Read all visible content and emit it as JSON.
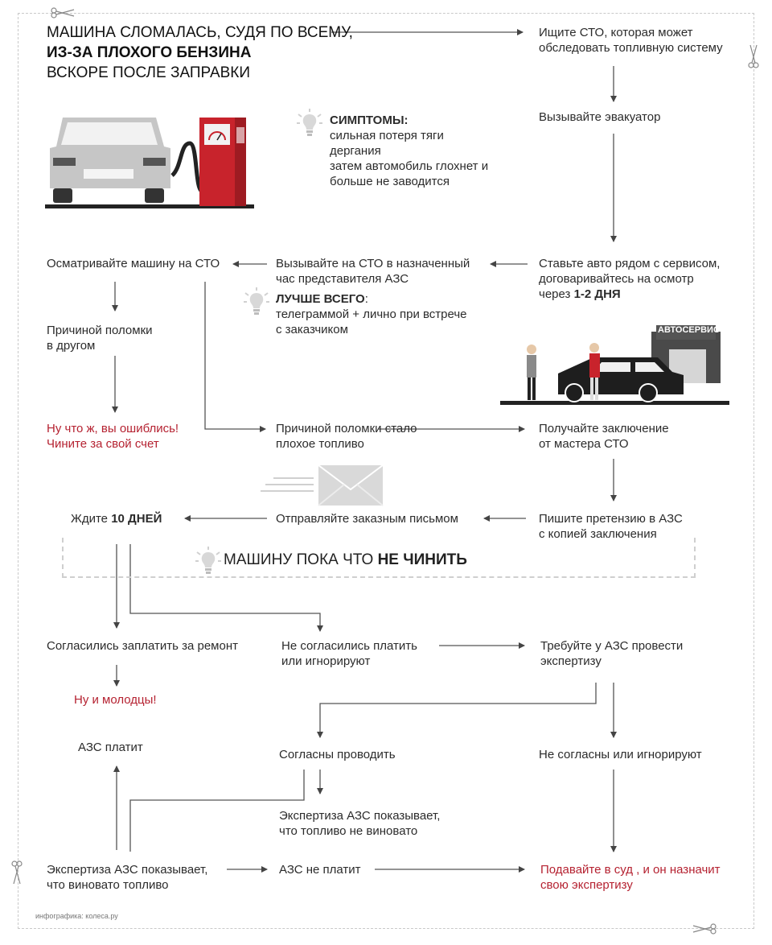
{
  "title": {
    "line1": "МАШИНА СЛОМАЛАСЬ, СУДЯ ПО ВСЕМУ,",
    "line2": "ИЗ-ЗА ПЛОХОГО БЕНЗИНА",
    "line3": "ВСКОРЕ ПОСЛЕ ЗАПРАВКИ"
  },
  "symptoms": {
    "heading": "СИМПТОМЫ:",
    "line1": "сильная потеря тяги",
    "line2": "дергания",
    "line3": "затем автомобиль глохнет и",
    "line4": "больше не заводится"
  },
  "steps": {
    "find_service": [
      "Ищите СТО, которая может",
      "обследовать топливную систему"
    ],
    "tow": "Вызывайте эвакуатор",
    "park": [
      "Ставьте авто рядом с сервисом,",
      "договаривайтесь на осмотр",
      "через",
      "1-2 ДНЯ"
    ],
    "call_rep": [
      "Вызывайте на СТО в назначенный",
      "час представителя АЗС"
    ],
    "best": {
      "heading": "ЛУЧШЕ ВСЕГО",
      "colon": ":",
      "line1": "телеграммой + лично при встрече",
      "line2": "с заказчиком"
    },
    "inspect": "Осматривайте машину на СТО",
    "other_cause": [
      "Причиной поломки",
      "в другом"
    ],
    "mistake": [
      "Ну что ж, вы ошиблись!",
      "Чините за свой счет"
    ],
    "bad_fuel": [
      "Причиной поломки стало",
      "плохое топливо"
    ],
    "conclusion": [
      "Получайте заключение",
      "от мастера СТО"
    ],
    "claim": [
      "Пишите претензию в АЗС",
      "с копией заключения"
    ],
    "send": "Отправляйте заказным письмом",
    "wait": {
      "prefix": "Ждите ",
      "bold": "10 ДНЕЙ"
    },
    "warning": {
      "prefix": "МАШИНУ ПОКА ЧТО ",
      "bold": "НЕ ЧИНИТЬ"
    },
    "agreed": "Согласились заплатить за ремонт",
    "refused": [
      "Не согласились платить",
      "или игнорируют"
    ],
    "demand": [
      "Требуйте у АЗС провести",
      "экспертизу"
    ],
    "well_done": "Ну и молодцы!",
    "pays": "АЗС платит",
    "agree_exam": "Согласны проводить",
    "disagree_exam": "Не согласны или игнорируют",
    "exam_not_fuel": [
      "Экспертиза АЗС показывает,",
      "что топливо не виновато"
    ],
    "exam_fuel": [
      "Экспертиза АЗС показывает,",
      "что виновато топливо"
    ],
    "not_pays": "АЗС не платит",
    "court": [
      "Подавайте в суд , и он назначит",
      "свою экспертизу"
    ]
  },
  "sign": "АВТОСЕРВИС",
  "credit": "инфографика: колеса.ру",
  "colors": {
    "accent_red": "#b52231",
    "pump_red": "#c8232c",
    "line": "#444444",
    "car_gray": "#c8c8c8"
  }
}
